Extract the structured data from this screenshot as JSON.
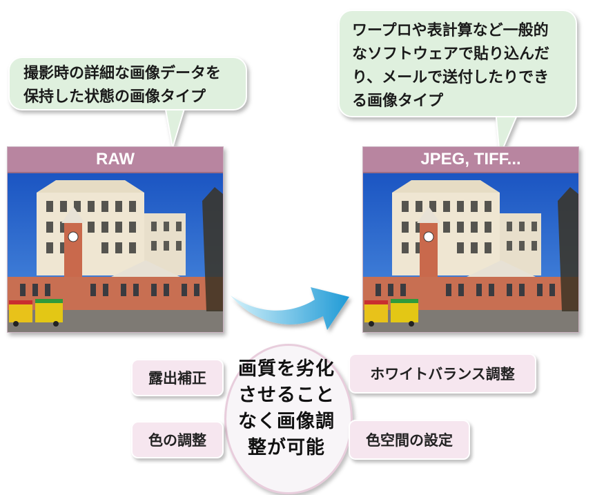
{
  "left_bubble": {
    "lines": [
      "撮影時の詳細な画像データを",
      "保持した状態の画像タイプ"
    ]
  },
  "right_bubble": {
    "lines": [
      "ワープロや表計算など一般的",
      "なソフトウェアで貼り込んだ",
      "り、メールで送付したりでき",
      "る画像タイプ"
    ]
  },
  "left_card": {
    "header": "RAW"
  },
  "right_card": {
    "header": "JPEG, TIFF..."
  },
  "center_circle": {
    "lines": [
      "画質を劣化",
      "させること",
      "なく画像調",
      "整が可能"
    ]
  },
  "tags": {
    "exposure": "露出補正",
    "color_adjust": "色の調整",
    "white_balance": "ホワイトバランス調整",
    "color_space": "色空間の設定"
  },
  "colors": {
    "bubble_fill": "#dff0de",
    "card_header": "#b885a0",
    "tag_fill": "#f6e6ef",
    "arrow_start": "#c9eef8",
    "arrow_end": "#1f9ad6",
    "sky": "#1f63c9"
  },
  "icons": {
    "arrow": "right-curved-arrow-icon"
  }
}
